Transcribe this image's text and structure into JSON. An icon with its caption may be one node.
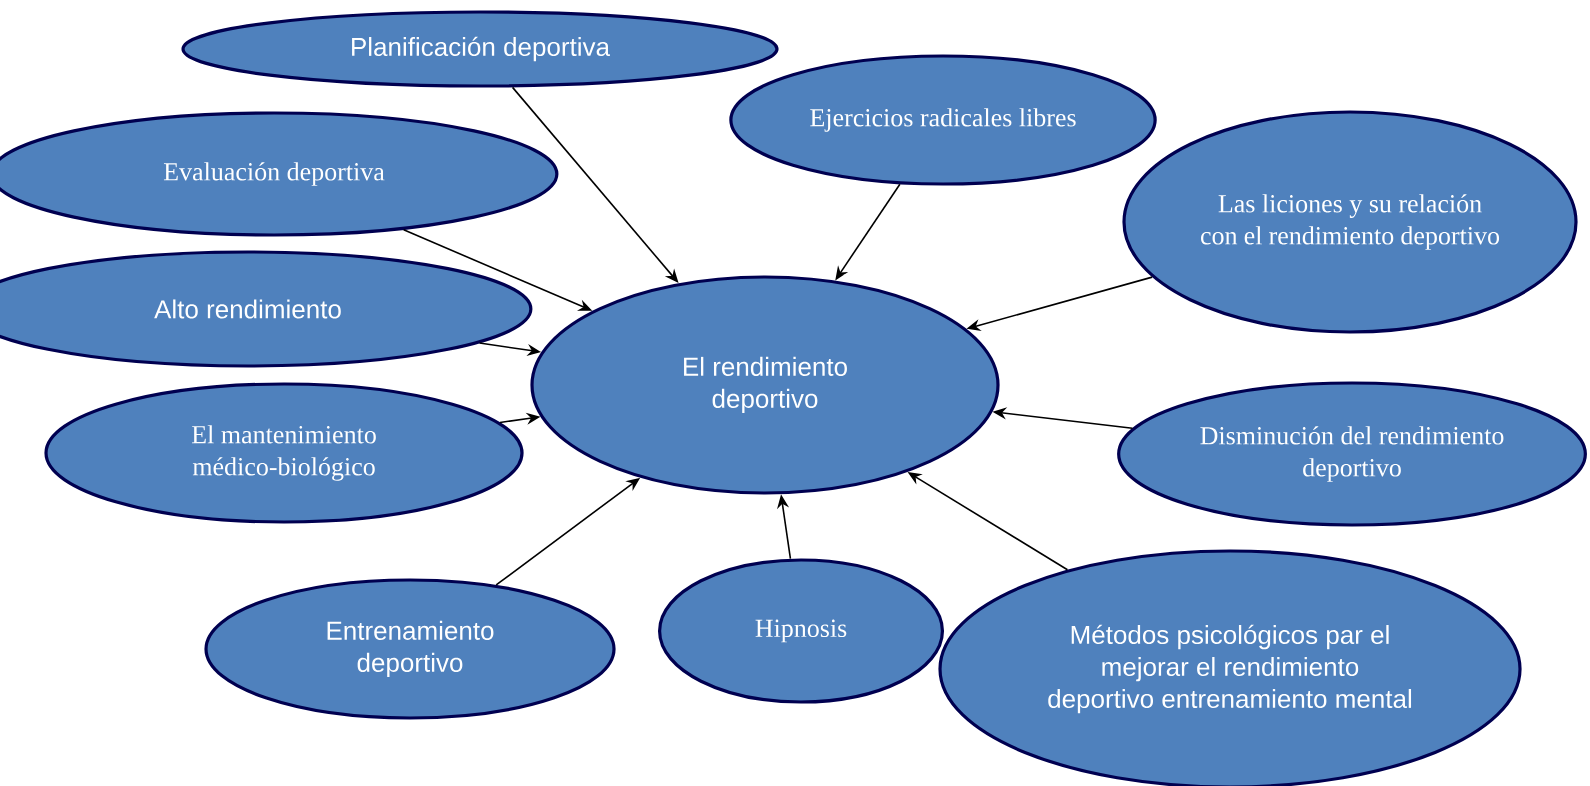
{
  "diagram": {
    "nodes": [
      {
        "text": [
          "El rendimiento deportivo"
        ]
      },
      {
        "text": [
          "Planificación deportiva"
        ]
      },
      {
        "text": [
          "Ejercicios radicales libres"
        ]
      },
      {
        "text": [
          "Evaluación deportiva"
        ]
      },
      {
        "text": [
          "Las liciones y su relación con el rendimiento deportivo"
        ]
      },
      {
        "text": [
          "Alto rendimiento"
        ]
      },
      {
        "text": [
          "El mantenimiento médico-biológico"
        ]
      },
      {
        "text": [
          "Disminución del rendimiento deportivo"
        ]
      },
      {
        "text": [
          "Entrenamiento deportivo"
        ]
      },
      {
        "text": [
          "Hipnosis"
        ]
      },
      {
        "text": [
          "Métodos psicológicos par el mejorar el rendimiento deportivo entrenamiento mental"
        ]
      }
    ],
    "edges": [
      {
        "from": 1,
        "to": 0,
        "arrow": "to"
      },
      {
        "from": 2,
        "to": 0,
        "arrow": "to"
      },
      {
        "from": 3,
        "to": 0,
        "arrow": "to"
      },
      {
        "from": 4,
        "to": 0,
        "arrow": "to"
      },
      {
        "from": 5,
        "to": 0,
        "arrow": "to"
      },
      {
        "from": 6,
        "to": 0,
        "arrow": "to"
      },
      {
        "from": 7,
        "to": 0,
        "arrow": "to"
      },
      {
        "from": 8,
        "to": 0,
        "arrow": "to"
      },
      {
        "from": 9,
        "to": 0,
        "arrow": "to"
      },
      {
        "from": 10,
        "to": 0,
        "arrow": "to"
      }
    ]
  }
}
